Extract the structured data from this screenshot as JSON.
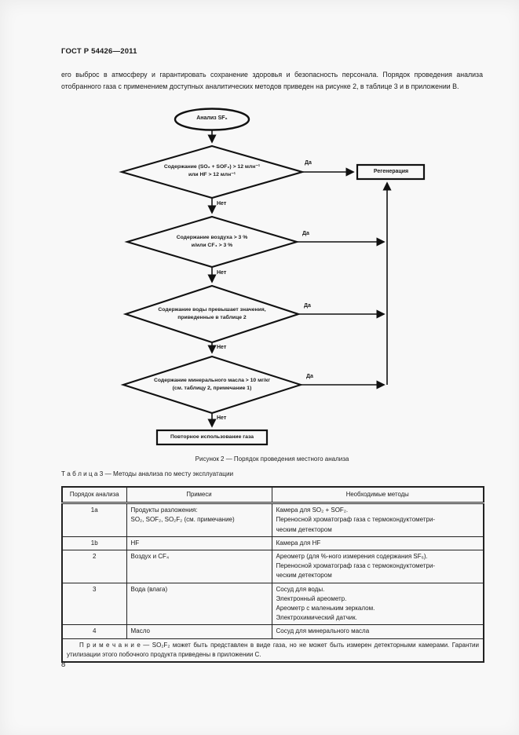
{
  "colors": {
    "ink": "#1a1a1a",
    "paper": "#f8f8f8"
  },
  "page": {
    "header": "ГОСТ Р 54426—2011",
    "paragraph": "его выброс в атмосферу и гарантировать сохранение здоровья и безопасность персонала. Порядок проведения анализа отобранного газа с применением доступных аналитических методов приведен на рисунке 2, в таблице 3 и в приложении В.",
    "page_number": "8"
  },
  "flowchart": {
    "start_label": "Анализ SF₆",
    "yes_label": "Да",
    "no_label": "Нет",
    "decisions": [
      {
        "text": "Содержание (SO₂ + SOF₂) > 12 млн⁻¹\nили HF > 12 млн⁻¹"
      },
      {
        "text": "Содержание воздуха > 3 %\nи/или CF₄ > 3 %"
      },
      {
        "text": "Содержание воды превышает значения,\nприведенные в таблице 2"
      },
      {
        "text": "Содержание минерального масла > 10 мг/кг\n(см. таблицу 2, примечание 1)"
      }
    ],
    "regeneration_label": "Регенерация",
    "end_label": "Повторное использование газа",
    "caption": "Рисунок 2 — Порядок проведения местного анализа"
  },
  "table": {
    "title": "Т а б л и ц а  3 — Методы анализа по месту эксплуатации",
    "headers": [
      "Порядок анализа",
      "Примеси",
      "Необходимые методы"
    ],
    "rows": [
      {
        "order": "1a",
        "impurity": "Продукты разложения:\nSO₂, SOF₂, SO₂F₂ (см. примечание)",
        "methods": "Камера для SO₂ + SOF₂.\nПереносной хроматограф газа с термокондуктометри-\nческим детектором"
      },
      {
        "order": "1b",
        "impurity": "HF",
        "methods": "Камера для HF"
      },
      {
        "order": "2",
        "impurity": "Воздух и CF₄",
        "methods": "Ареометр (для %-ного измерения содержания SF₆).\nПереносной хроматограф газа с термокондуктометри-\nческим детектором"
      },
      {
        "order": "3",
        "impurity": "Вода (влага)",
        "methods": "Сосуд для воды.\nЭлектронный ареометр.\nАреометр с маленьким зеркалом.\nЭлектрохимический датчик."
      },
      {
        "order": "4",
        "impurity": "Масло",
        "methods": "Сосуд для минерального масла"
      }
    ],
    "note": "П р и м е ч а н и е  — SO₂F₂ может быть представлен в виде газа, но не может быть измерен детекторными камерами. Гарантии утилизации этого побочного продукта приведены в приложении С."
  }
}
